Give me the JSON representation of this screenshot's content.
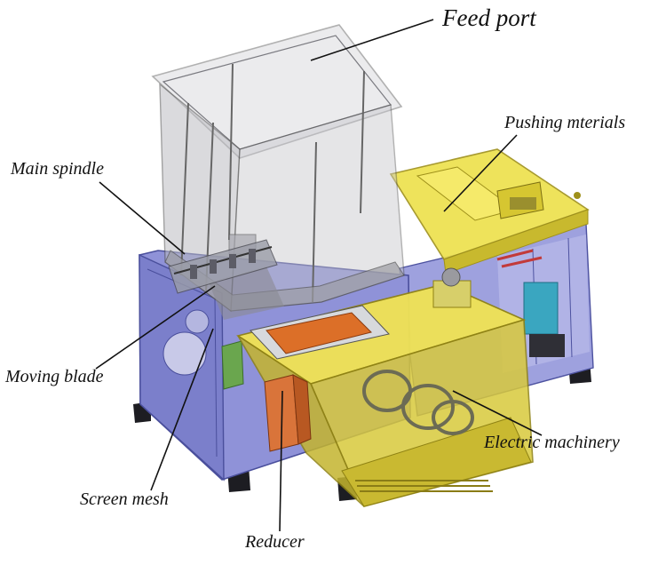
{
  "labels": {
    "feed_port": "Feed port",
    "pushing_materials": "Pushing mterials",
    "main_spindle": "Main spindle",
    "moving_blade": "Moving blade",
    "electric_machinery": "Electric machinery",
    "screen_mesh": "Screen mesh",
    "reducer": "Reducer"
  },
  "colors": {
    "frame_blue": "#8f92d8",
    "frame_blue_dark": "#5d62b4",
    "hopper_glass": "#c4c4c8",
    "yellow_housing": "#ede04a",
    "yellow_dark": "#b3a322",
    "orange_part": "#dc6f28",
    "green_board": "#6aa64e",
    "cyan_motor": "#3aa6c0",
    "leader_line": "#111111"
  }
}
